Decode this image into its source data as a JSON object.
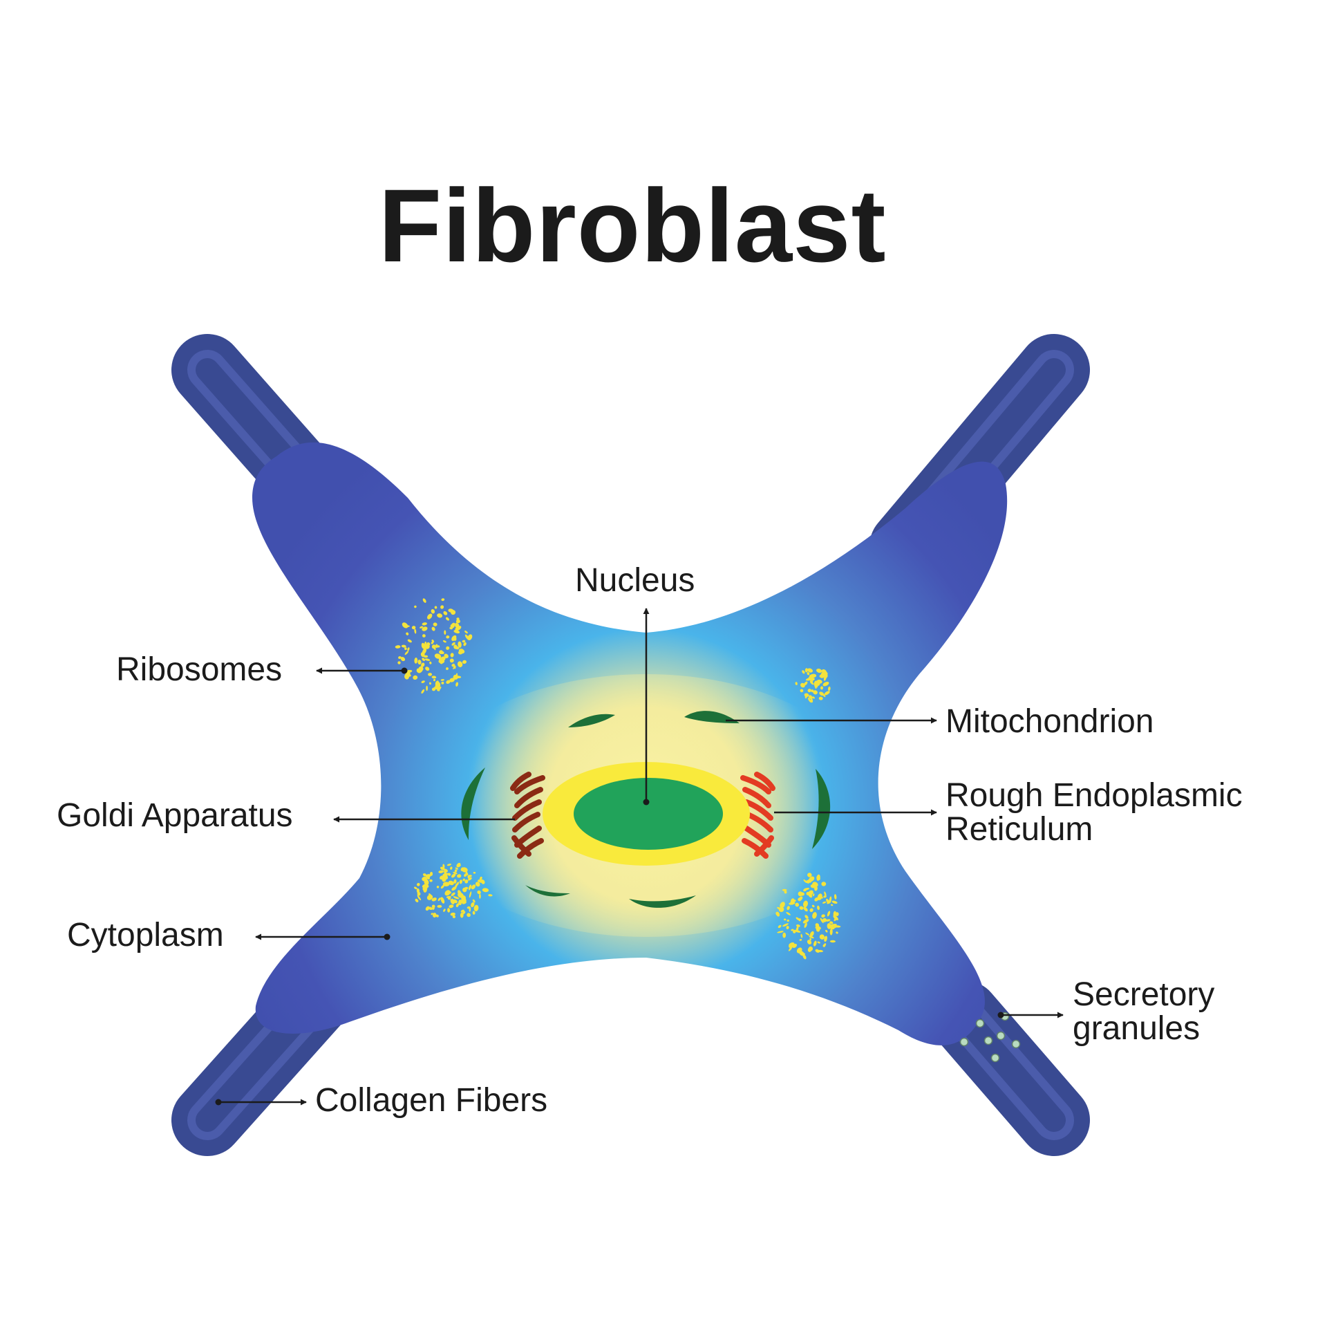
{
  "title": "Fibroblast",
  "labels": {
    "nucleus": "Nucleus",
    "ribosomes": "Ribosomes",
    "mitochondrion": "Mitochondrion",
    "golgi": "Goldi Apparatus",
    "rer_line1": "Rough Endoplasmic",
    "rer_line2": "Reticulum",
    "cytoplasm": "Cytoplasm",
    "secretory_line1": "Secretory",
    "secretory_line2": "granules",
    "collagen": "Collagen Fibers"
  },
  "colors": {
    "fiber": "#394a92",
    "cell_edge": "#4554b4",
    "cytoplasm_light": "#4ab4ea",
    "perinuclear_glow": "#f6ee9c",
    "nuclear_ring": "#f9ea3c",
    "nucleus": "#21a35a",
    "mitochondrion": "#1d7038",
    "golgi": "#8b2a14",
    "rough_er": "#e33b22",
    "ribosomes": "#f4e33c",
    "granules": "#b9dcc0"
  }
}
